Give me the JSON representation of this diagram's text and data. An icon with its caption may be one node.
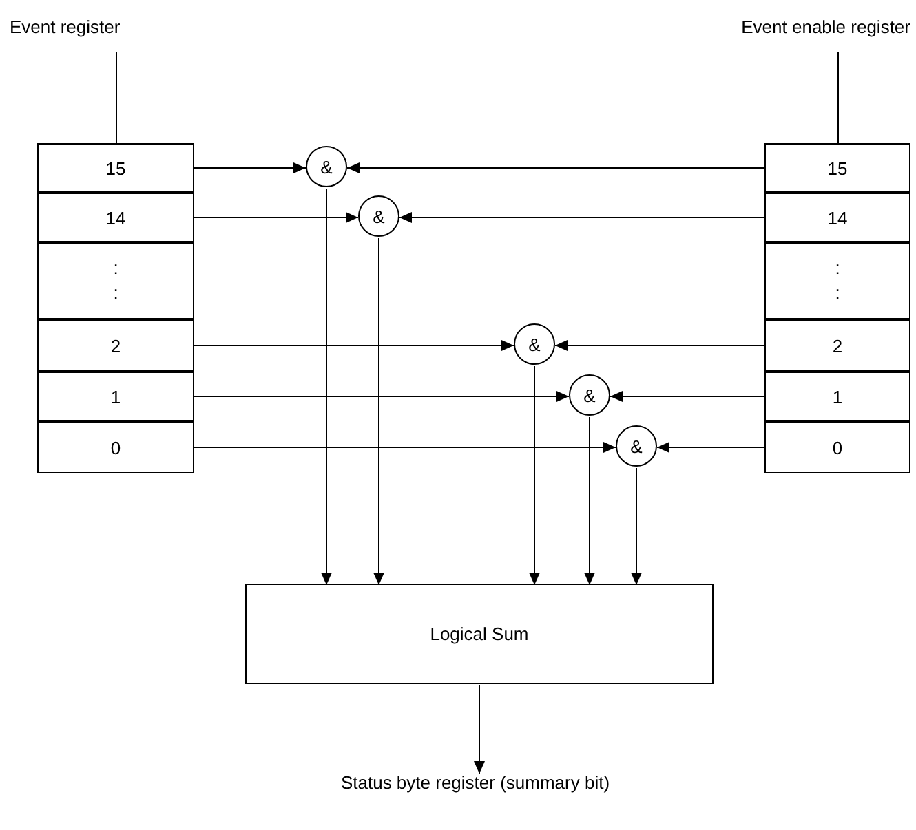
{
  "diagram": {
    "nodes": [
      {
        "text": [
          "Event register"
        ]
      },
      {
        "text": [
          "15"
        ],
        "in": 0
      },
      {
        "text": [
          "14"
        ],
        "in": 0
      },
      {
        "text": [
          ": :"
        ],
        "in": 0
      },
      {
        "text": [
          "2"
        ],
        "in": 0
      },
      {
        "text": [
          "1"
        ],
        "in": 0
      },
      {
        "text": [
          "0"
        ],
        "in": 0
      },
      {
        "text": [
          "Event enable register"
        ]
      },
      {
        "text": [
          "15"
        ],
        "in": 7
      },
      {
        "text": [
          "14"
        ],
        "in": 7
      },
      {
        "text": [
          ": :"
        ],
        "in": 7
      },
      {
        "text": [
          "2"
        ],
        "in": 7
      },
      {
        "text": [
          "1"
        ],
        "in": 7
      },
      {
        "text": [
          "0"
        ],
        "in": 7
      },
      {
        "text": [
          "&"
        ]
      },
      {
        "text": [
          "&"
        ]
      },
      {
        "text": [
          "&"
        ]
      },
      {
        "text": [
          "&"
        ]
      },
      {
        "text": [
          "&"
        ]
      },
      {
        "text": [
          "Logical Sum"
        ]
      },
      {
        "text": [
          "Status byte register (summary bit)"
        ]
      }
    ],
    "edges": [
      {
        "from": 1,
        "to": 14,
        "arrow": "to"
      },
      {
        "from": 8,
        "to": 14,
        "arrow": "to"
      },
      {
        "from": 14,
        "to": 19,
        "arrow": "to"
      },
      {
        "from": 2,
        "to": 15,
        "arrow": "to"
      },
      {
        "from": 9,
        "to": 15,
        "arrow": "to"
      },
      {
        "from": 15,
        "to": 19,
        "arrow": "to"
      },
      {
        "from": 4,
        "to": 16,
        "arrow": "to"
      },
      {
        "from": 11,
        "to": 16,
        "arrow": "to"
      },
      {
        "from": 16,
        "to": 19,
        "arrow": "to"
      },
      {
        "from": 5,
        "to": 17,
        "arrow": "to"
      },
      {
        "from": 12,
        "to": 17,
        "arrow": "to"
      },
      {
        "from": 17,
        "to": 19,
        "arrow": "to"
      },
      {
        "from": 6,
        "to": 18,
        "arrow": "to"
      },
      {
        "from": 13,
        "to": 18,
        "arrow": "to"
      },
      {
        "from": 18,
        "to": 19,
        "arrow": "to"
      },
      {
        "from": 19,
        "to": 20,
        "arrow": "to"
      }
    ]
  }
}
